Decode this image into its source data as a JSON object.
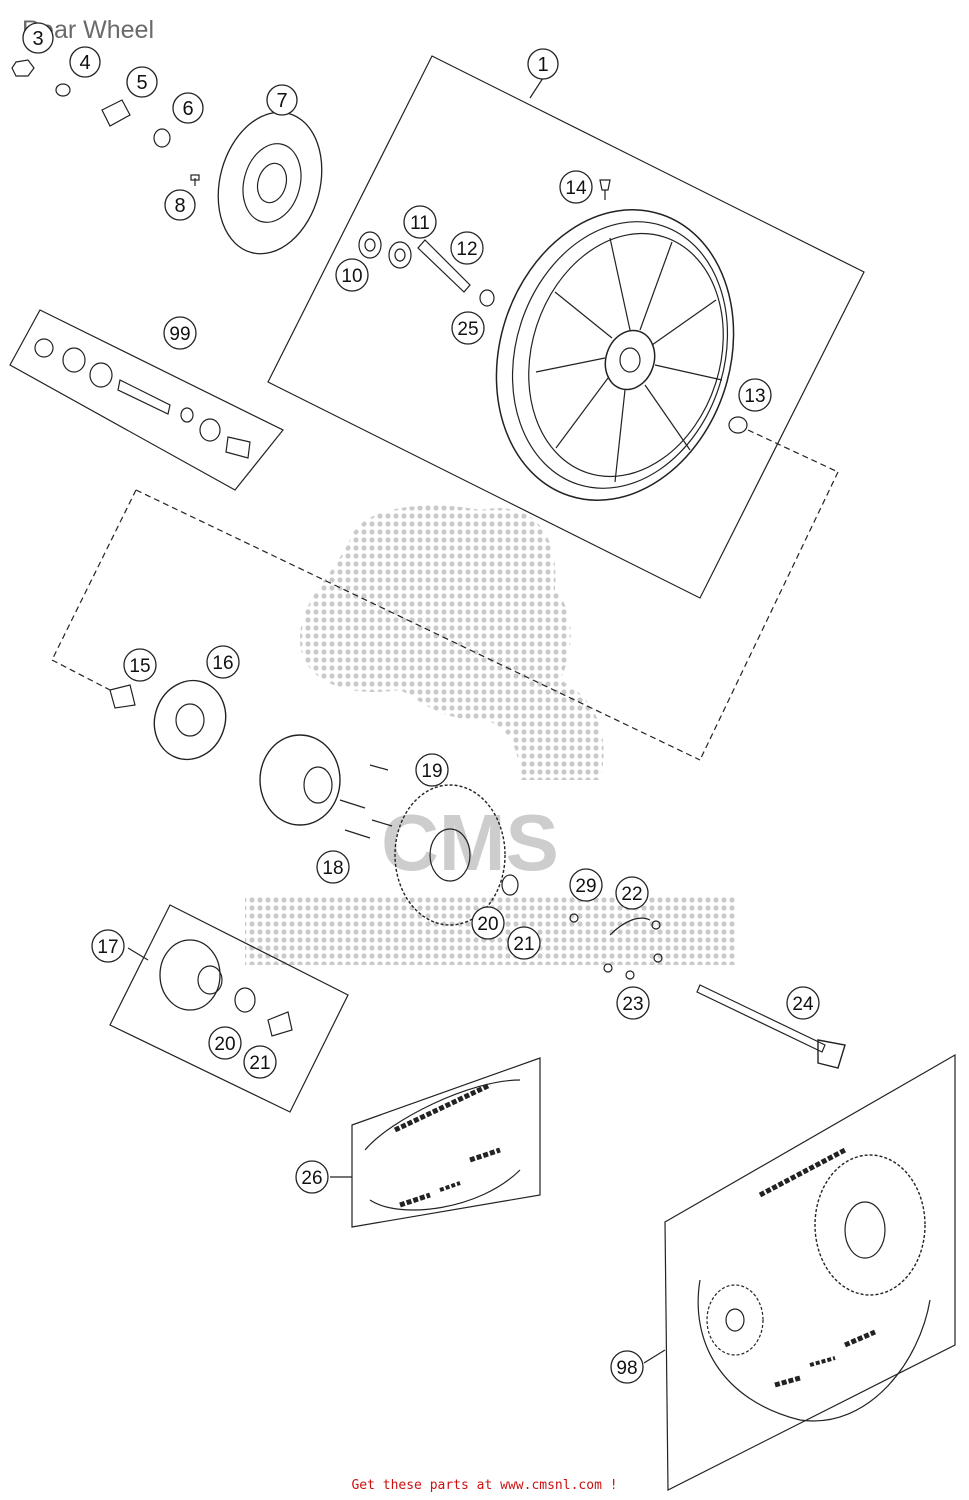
{
  "title": "Rear Wheel",
  "footer": "Get these parts at www.cmsnl.com !",
  "watermark": "CMS",
  "callouts": {
    "c1": "1",
    "c3": "3",
    "c4": "4",
    "c5": "5",
    "c6": "6",
    "c7": "7",
    "c8": "8",
    "c10": "10",
    "c11": "11",
    "c12": "12",
    "c13": "13",
    "c14": "14",
    "c15": "15",
    "c16": "16",
    "c17": "17",
    "c18": "18",
    "c19": "19",
    "c20a": "20",
    "c21a": "21",
    "c20b": "20",
    "c21b": "21",
    "c22": "22",
    "c23": "23",
    "c24": "24",
    "c25": "25",
    "c26": "26",
    "c29": "29",
    "c98": "98",
    "c99": "99"
  },
  "colors": {
    "line": "#222222",
    "watermark": "#bfbfbf",
    "footer": "#cc1111",
    "title": "#6a6a6a"
  }
}
